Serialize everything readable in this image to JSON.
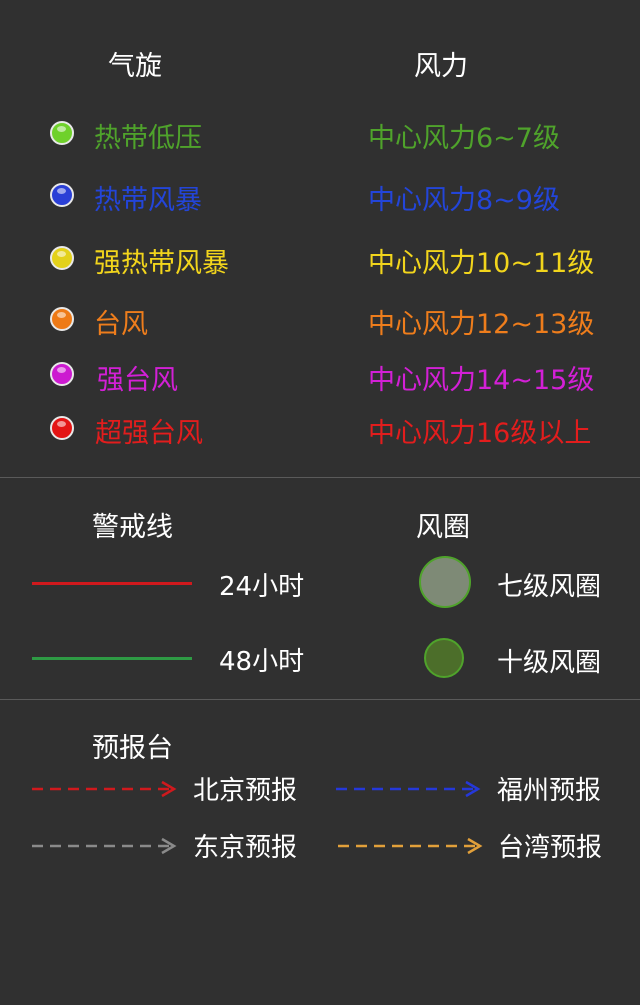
{
  "headers": {
    "cyclone": "气旋",
    "wind": "风力"
  },
  "cyclones": [
    {
      "name": "热带低压",
      "wind": "中心风力6~7级",
      "color": "#4fa32b",
      "dot_color": "#6fd12b"
    },
    {
      "name": "热带风暴",
      "wind": "中心风力8~9级",
      "color": "#2345d9",
      "dot_color": "#2a3fd6"
    },
    {
      "name": "强热带风暴",
      "wind": "中心风力10~11级",
      "color": "#f2d51c",
      "dot_color": "#e3d11a"
    },
    {
      "name": "台风",
      "wind": "中心风力12~13级",
      "color": "#ee7d1c",
      "dot_color": "#ee7a16"
    },
    {
      "name": "强台风",
      "wind": "中心风力14~15级",
      "color": "#d320d6",
      "dot_color": "#cc1ad0"
    },
    {
      "name": "超强台风",
      "wind": "中心风力16级以上",
      "color": "#e21d1d",
      "dot_color": "#e41414"
    }
  ],
  "warning": {
    "title": "警戒线",
    "items": [
      {
        "label": "24小时",
        "color": "#d0191d"
      },
      {
        "label": "48小时",
        "color": "#2e9a44"
      }
    ]
  },
  "wind_circle": {
    "title": "风圈",
    "items": [
      {
        "label": "七级风圈",
        "fill": "#7e8a76",
        "border": "#4fa32b"
      },
      {
        "label": "十级风圈",
        "fill": "#4c6e2a",
        "border": "#4fa32b"
      }
    ]
  },
  "forecast": {
    "title": "预报台",
    "items": [
      {
        "label": "北京预报",
        "color": "#d0191d"
      },
      {
        "label": "福州预报",
        "color": "#2538d9"
      },
      {
        "label": "东京预报",
        "color": "#8a8a8a"
      },
      {
        "label": "台湾预报",
        "color": "#e2a03a"
      }
    ]
  }
}
